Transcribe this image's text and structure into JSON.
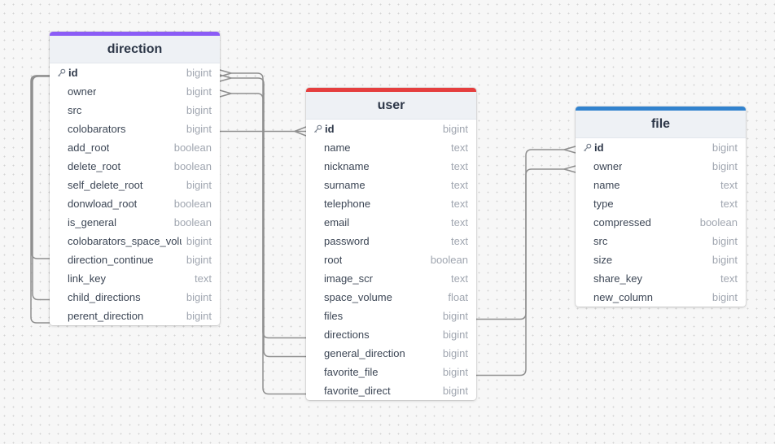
{
  "colors": {
    "direction": "#8b5cf6",
    "user": "#e53e3e",
    "file": "#3182ce"
  },
  "tables": {
    "direction": {
      "title": "direction",
      "fields": [
        {
          "name": "id",
          "type": "bigint",
          "pk": true
        },
        {
          "name": "owner",
          "type": "bigint"
        },
        {
          "name": "src",
          "type": "bigint"
        },
        {
          "name": "colobarators",
          "type": "bigint"
        },
        {
          "name": "add_root",
          "type": "boolean"
        },
        {
          "name": "delete_root",
          "type": "boolean"
        },
        {
          "name": "self_delete_root",
          "type": "bigint"
        },
        {
          "name": "donwload_root",
          "type": "boolean"
        },
        {
          "name": "is_general",
          "type": "boolean"
        },
        {
          "name": "colobarators_space_volume",
          "type": "bigint"
        },
        {
          "name": "direction_continue",
          "type": "bigint"
        },
        {
          "name": "link_key",
          "type": "text"
        },
        {
          "name": "child_directions",
          "type": "bigint"
        },
        {
          "name": "perent_direction",
          "type": "bigint"
        }
      ]
    },
    "user": {
      "title": "user",
      "fields": [
        {
          "name": "id",
          "type": "bigint",
          "pk": true
        },
        {
          "name": "name",
          "type": "text"
        },
        {
          "name": "nickname",
          "type": "text"
        },
        {
          "name": "surname",
          "type": "text"
        },
        {
          "name": "telephone",
          "type": "text"
        },
        {
          "name": "email",
          "type": "text"
        },
        {
          "name": "password",
          "type": "text"
        },
        {
          "name": "root",
          "type": "boolean"
        },
        {
          "name": "image_scr",
          "type": "text"
        },
        {
          "name": "space_volume",
          "type": "float"
        },
        {
          "name": "files",
          "type": "bigint"
        },
        {
          "name": "directions",
          "type": "bigint"
        },
        {
          "name": "general_direction",
          "type": "bigint"
        },
        {
          "name": "favorite_file",
          "type": "bigint"
        },
        {
          "name": "favorite_direct",
          "type": "bigint"
        }
      ]
    },
    "file": {
      "title": "file",
      "fields": [
        {
          "name": "id",
          "type": "bigint",
          "pk": true
        },
        {
          "name": "owner",
          "type": "bigint"
        },
        {
          "name": "name",
          "type": "text"
        },
        {
          "name": "type",
          "type": "text"
        },
        {
          "name": "compressed",
          "type": "boolean"
        },
        {
          "name": "src",
          "type": "bigint"
        },
        {
          "name": "size",
          "type": "bigint"
        },
        {
          "name": "share_key",
          "type": "text"
        },
        {
          "name": "new_column",
          "type": "bigint"
        }
      ]
    }
  }
}
